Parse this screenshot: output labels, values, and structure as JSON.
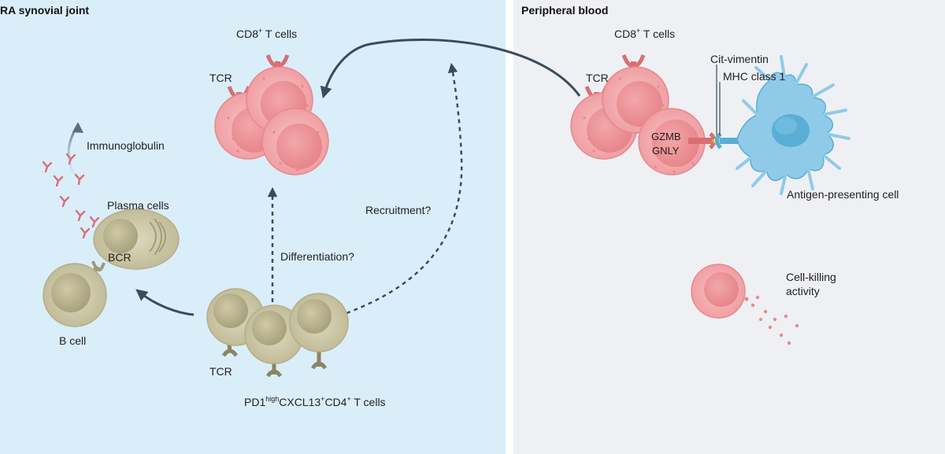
{
  "left_panel": {
    "title": "RA synovial joint",
    "cd8_label": {
      "base": "CD8",
      "sup": "+",
      "rest": " T cells"
    },
    "tcr_top": "TCR",
    "immunoglobulin": "Immunoglobulin",
    "plasma_cells": "Plasma cells",
    "bcr": "BCR",
    "b_cell": "B cell",
    "differentiation": "Differentiation?",
    "recruitment": "Recruitment?",
    "tcr_bottom": "TCR",
    "cd4_label": {
      "p1": "PD1",
      "s1": "high",
      "p2": "CXCL13",
      "s2": "+",
      "p3": "CD4",
      "s3": "+",
      "p4": " T cells"
    }
  },
  "right_panel": {
    "title": "Peripheral blood",
    "cd8_label": {
      "base": "CD8",
      "sup": "+",
      "rest": " T cells"
    },
    "tcr": "TCR",
    "cit_vimentin": "Cit-vimentin",
    "mhc": "MHC class 1",
    "gzmb": "GZMB",
    "gnly": "GNLY",
    "apc": "Antigen-presenting cell",
    "killing_line1": "Cell-killing",
    "killing_line2": "activity"
  },
  "colors": {
    "left_bg": "#daeefa",
    "right_bg": "#eff0f3",
    "tcell_pink": "#f4a9ab",
    "cd4_olive": "#c9c4a3",
    "apc_blue": "#8fcbe8",
    "arrow": "#3a4b5c"
  }
}
